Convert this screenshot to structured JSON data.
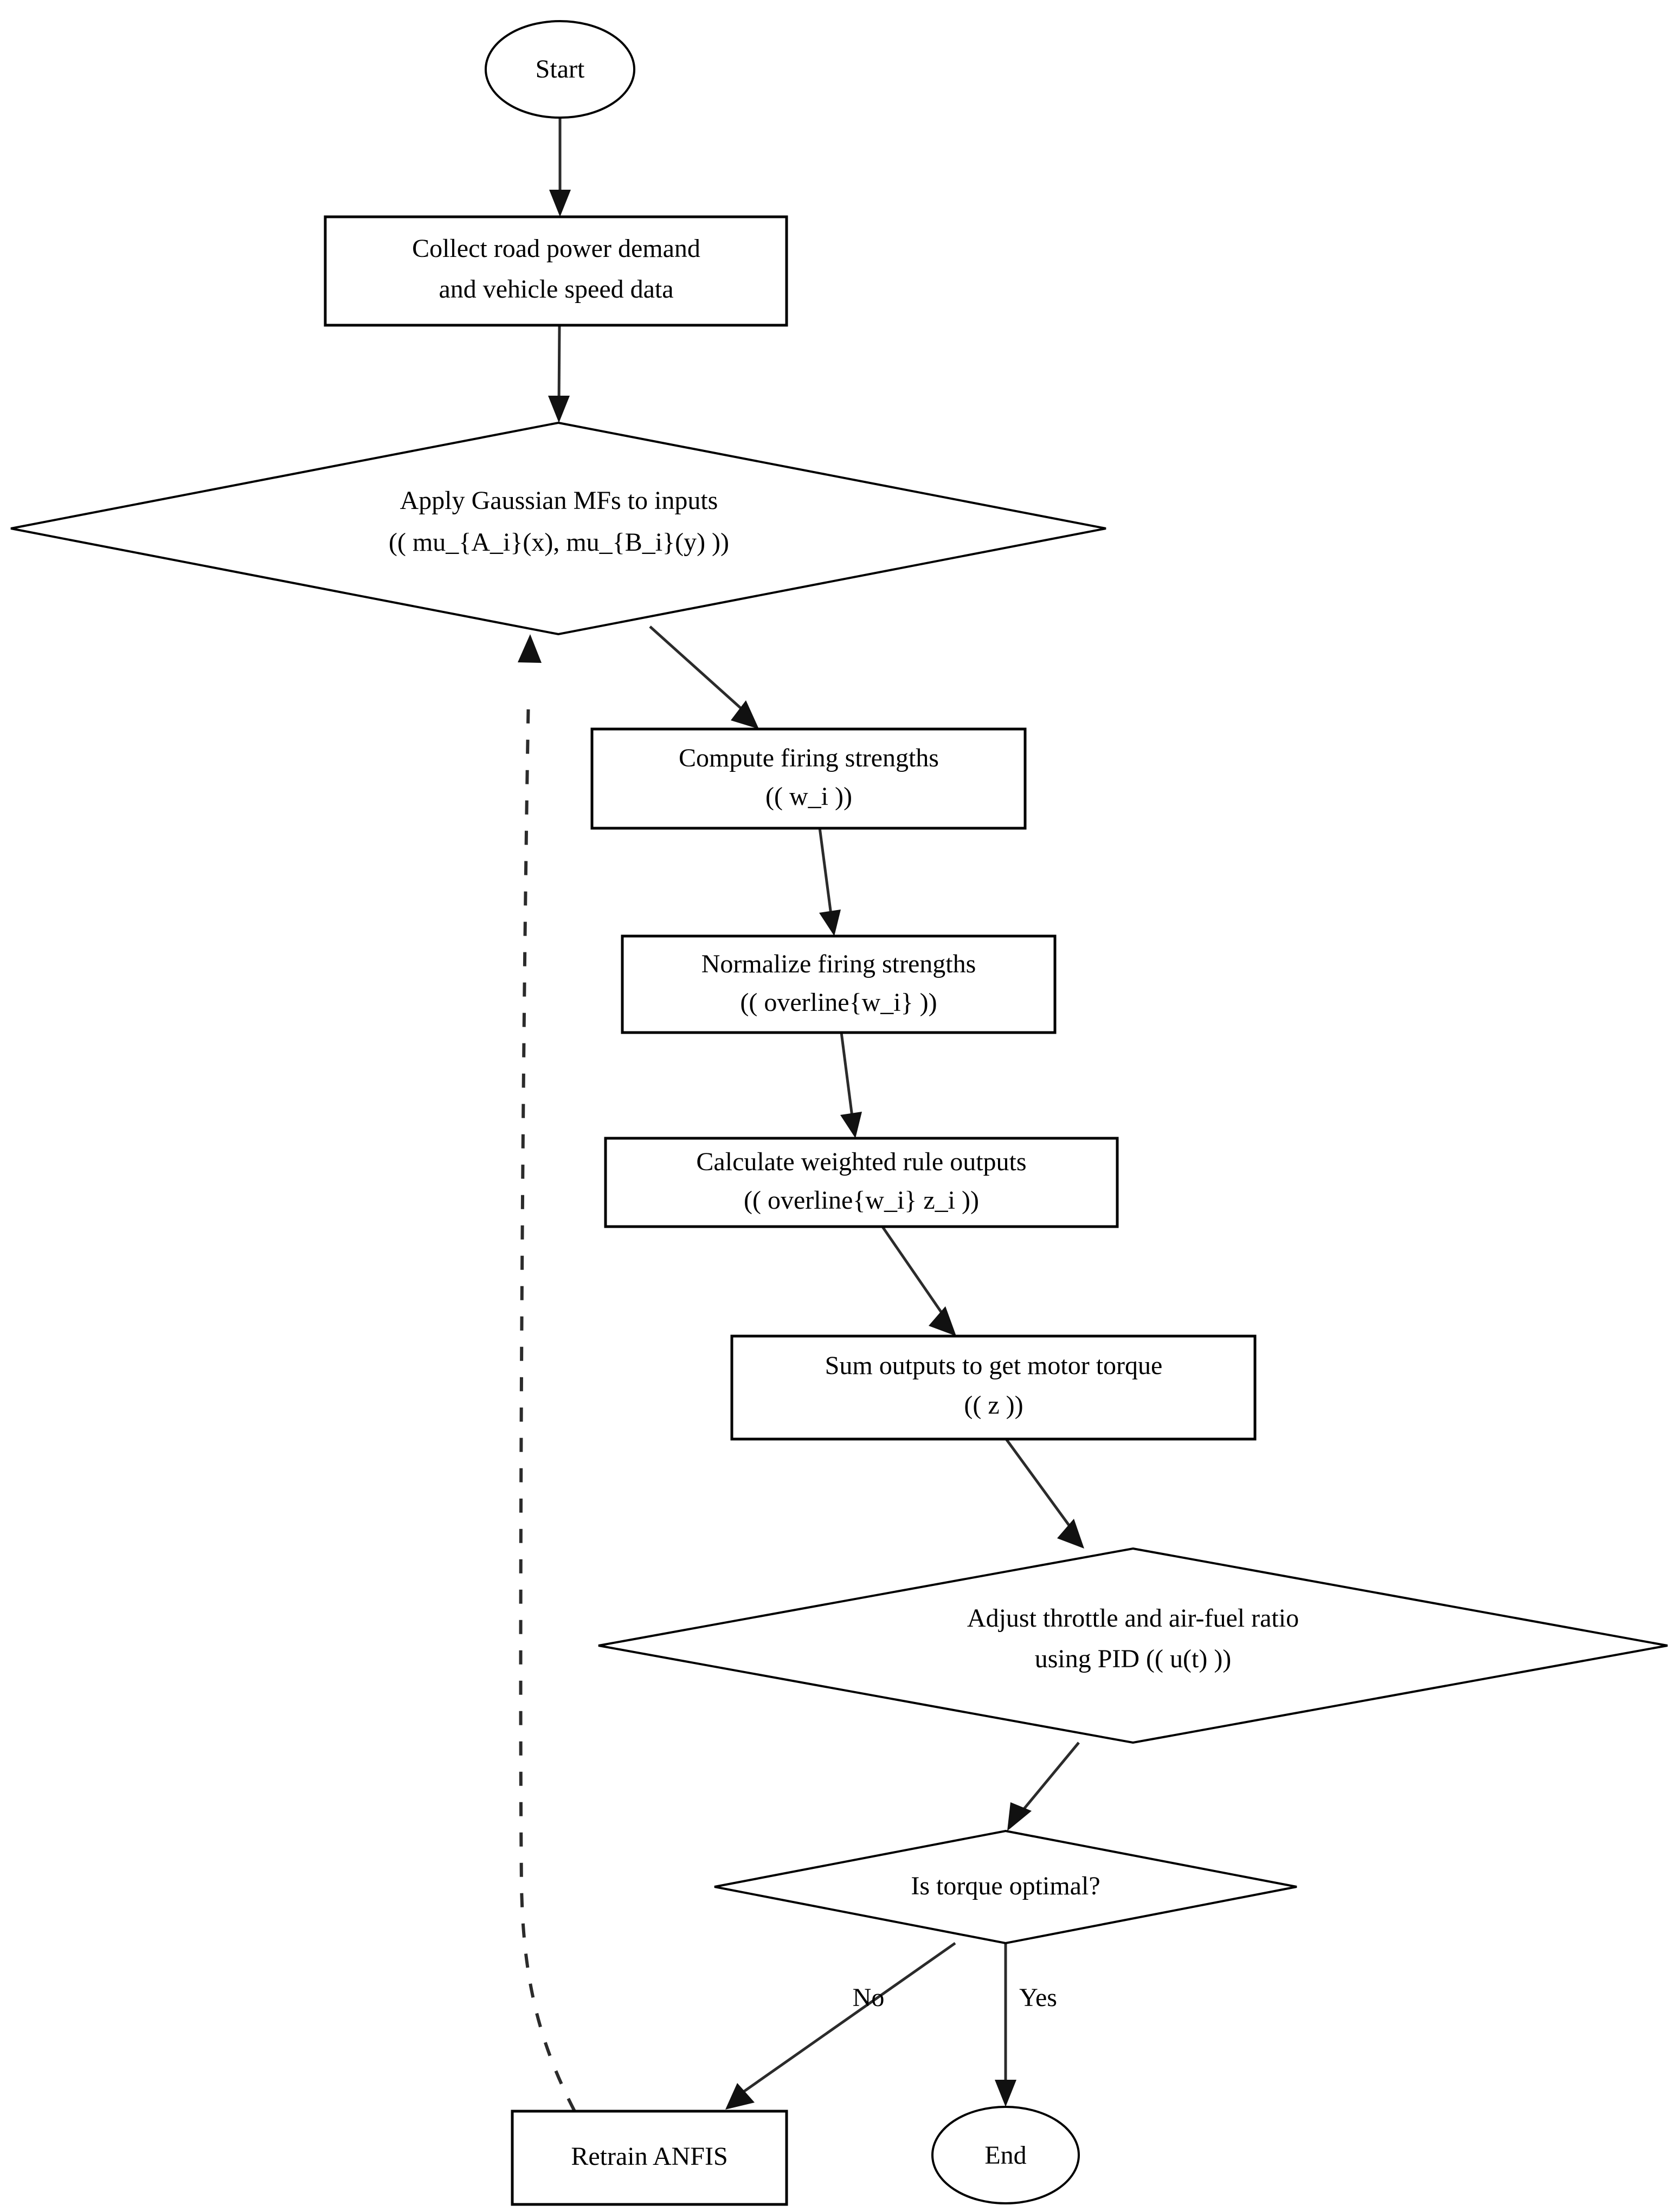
{
  "diagram": {
    "type": "flowchart",
    "title": "ANFIS motor torque control flowchart",
    "orientation": "top-to-bottom",
    "background_color": "#ffffff",
    "line_color": "#2b2b2b",
    "text_color": "#000000"
  },
  "nodes": {
    "start": {
      "shape": "ellipse",
      "label": "Start"
    },
    "collect": {
      "shape": "rectangle",
      "line1": "Collect road power demand",
      "line2": "and vehicle speed data"
    },
    "gaussian": {
      "shape": "diamond",
      "line1": "Apply Gaussian MFs to inputs",
      "line2": "(( mu_{A_i}(x), mu_{B_i}(y) ))"
    },
    "firing": {
      "shape": "rectangle",
      "line1": "Compute firing strengths",
      "line2": "(( w_i ))"
    },
    "normalize": {
      "shape": "rectangle",
      "line1": "Normalize firing strengths",
      "line2": "(( overline{w_i} ))"
    },
    "weighted": {
      "shape": "rectangle",
      "line1": "Calculate weighted rule outputs",
      "line2": "(( overline{w_i} z_i ))"
    },
    "sum": {
      "shape": "rectangle",
      "line1": "Sum outputs to get motor torque",
      "line2": "(( z ))"
    },
    "pid": {
      "shape": "diamond",
      "line1": "Adjust throttle and air-fuel ratio",
      "line2": "using PID (( u(t) ))"
    },
    "decision": {
      "shape": "diamond",
      "label": "Is torque optimal?"
    },
    "retrain": {
      "shape": "rectangle",
      "label": "Retrain ANFIS"
    },
    "end": {
      "shape": "ellipse",
      "label": "End"
    }
  },
  "edges": {
    "start_to_collect": {
      "label": "",
      "style": "solid"
    },
    "collect_to_gaussian": {
      "label": "",
      "style": "solid"
    },
    "gaussian_to_firing": {
      "label": "",
      "style": "solid"
    },
    "firing_to_normalize": {
      "label": "",
      "style": "solid"
    },
    "normalize_to_weighted": {
      "label": "",
      "style": "solid"
    },
    "weighted_to_sum": {
      "label": "",
      "style": "solid"
    },
    "sum_to_pid": {
      "label": "",
      "style": "solid"
    },
    "pid_to_decision": {
      "label": "",
      "style": "solid"
    },
    "decision_to_retrain": {
      "label": "No",
      "style": "solid"
    },
    "decision_to_end": {
      "label": "Yes",
      "style": "solid"
    },
    "retrain_to_gaussian": {
      "label": "",
      "style": "dashed"
    }
  }
}
